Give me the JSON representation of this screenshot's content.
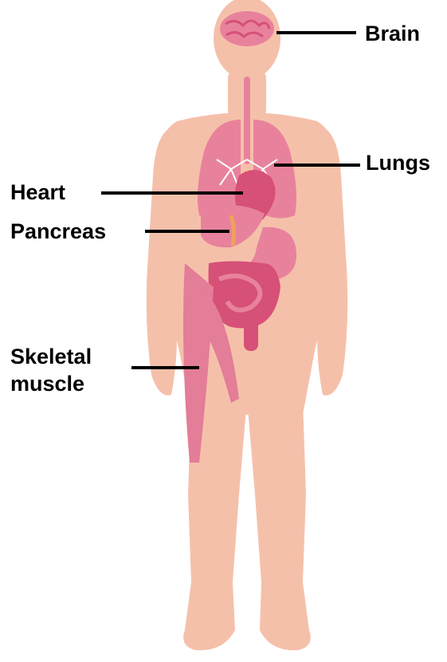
{
  "labels": {
    "brain": "Brain",
    "lungs": "Lungs",
    "heart": "Heart",
    "pancreas": "Pancreas",
    "skeletal_muscle_line1": "Skeletal",
    "skeletal_muscle_line2": "muscle"
  },
  "colors": {
    "body": "#f5c0aa",
    "organ_pink": "#e8829c",
    "organ_dark": "#d65077",
    "muscle": "#e37d98",
    "line": "#000000"
  }
}
